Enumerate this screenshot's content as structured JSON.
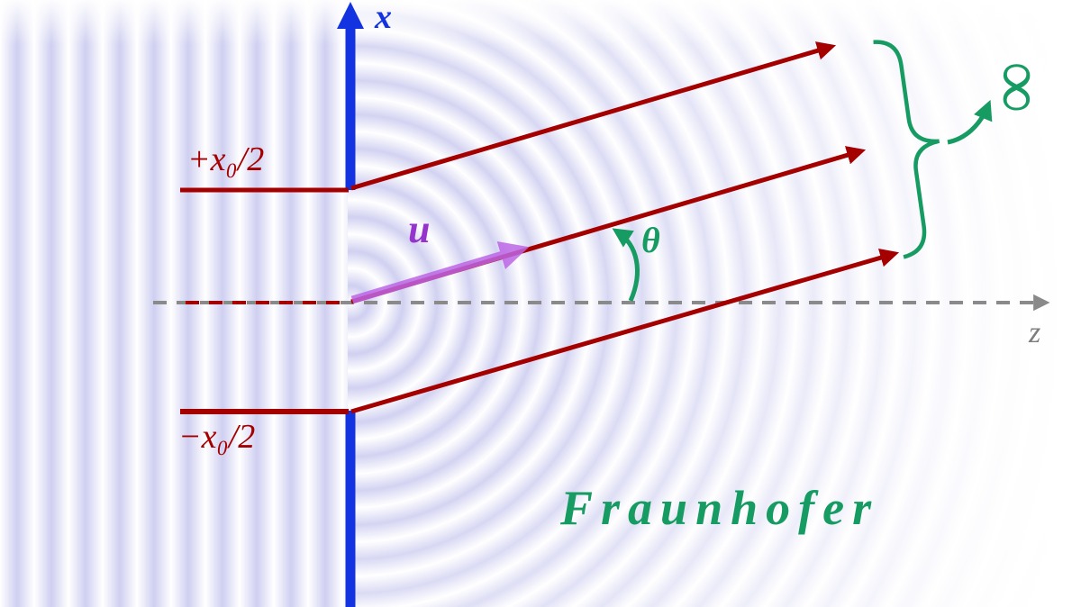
{
  "diagram": {
    "caption": "Fraunhofer",
    "axes": {
      "x_label": "x",
      "z_label": "z"
    },
    "slit": {
      "top_edge_label": "+x₀/2",
      "bottom_edge_label": "−x₀/2"
    },
    "annotations": {
      "wave_vector_label": "u⃗",
      "angle_label": "θ",
      "infinity_label": "∞"
    },
    "colors": {
      "axis_blue": "#1433e0",
      "ray_red": "#a40000",
      "vector_purple": "#bd66e6",
      "vector_label_purple": "#9633cc",
      "accent_green": "#169b62",
      "z_axis_gray": "#8a8a8a",
      "wave_lavender": "#cfcff1"
    }
  }
}
